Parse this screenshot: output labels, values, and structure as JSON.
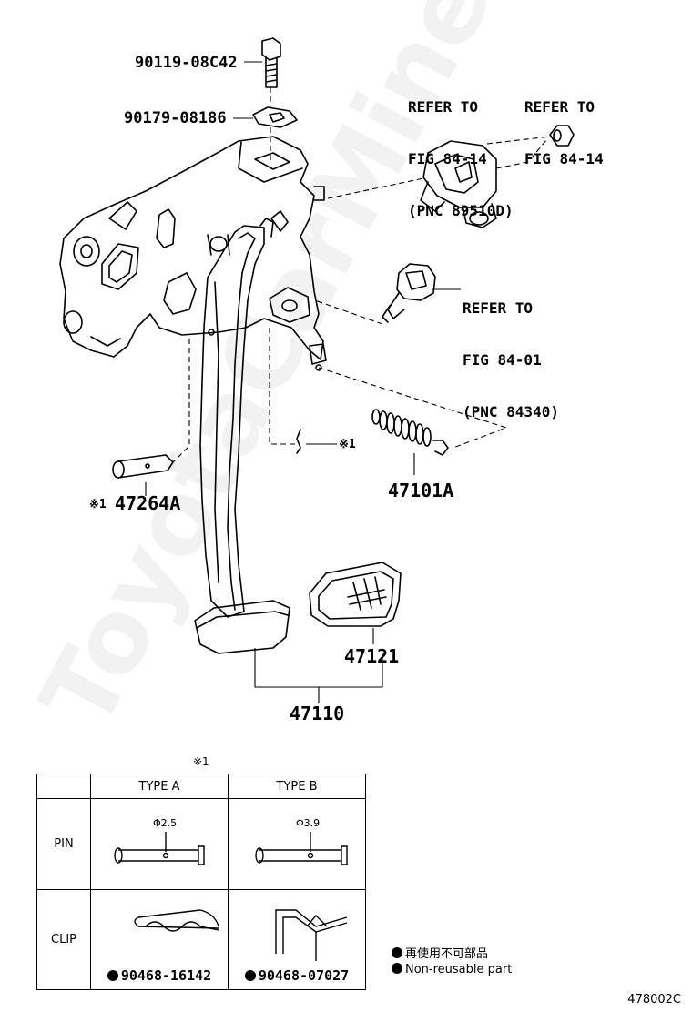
{
  "callouts": {
    "bolt": "90119-08C42",
    "washer": "90179-08186",
    "pin": "47264A",
    "pin_mark": "※1",
    "clip_mark": "※1",
    "spring": "47101A",
    "pad": "47121",
    "pedal": "47110"
  },
  "references": {
    "sensor_a": [
      "REFER TO",
      "FIG 84-14",
      "(PNC 89510D)"
    ],
    "nut": [
      "REFER TO",
      "FIG 84-14"
    ],
    "switch": [
      "REFER TO",
      "FIG 84-01",
      "(PNC 84340)"
    ]
  },
  "legend": {
    "mark": "※1",
    "col_a": "TYPE A",
    "col_b": "TYPE B",
    "row_pin": "PIN",
    "row_clip": "CLIP",
    "dia_a": "Φ2.5",
    "dia_b": "Φ3.9",
    "clip_a_part": "90468-16142",
    "clip_b_part": "90468-07027"
  },
  "notes": {
    "non_reusable_jp": "再使用不可部品",
    "non_reusable_en": "Non-reusable part"
  },
  "figure_code": "478002C",
  "watermark": "ToyotaCarMine.ru"
}
